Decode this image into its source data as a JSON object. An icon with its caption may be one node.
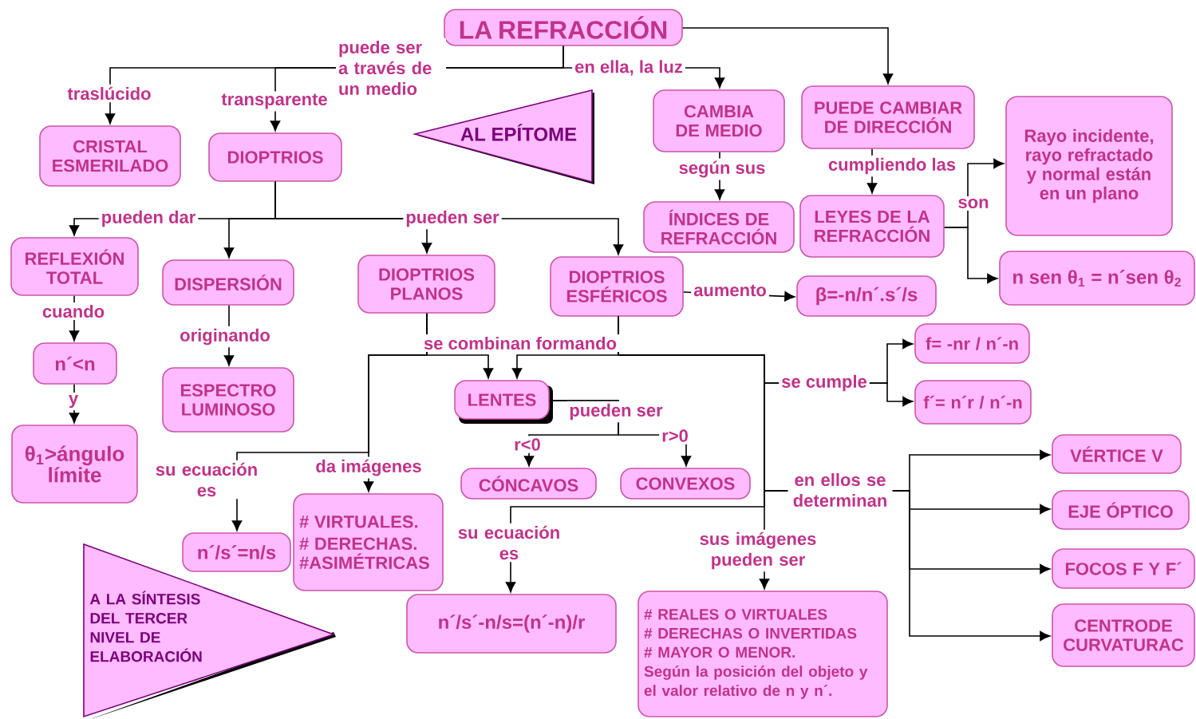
{
  "diagram": {
    "nodes": [
      {
        "text": [
          "LA REFRACCIÓN"
        ]
      },
      {
        "text": [
          "AL EPÍTOME"
        ]
      },
      {
        "text": [
          "CRISTAL ESMERILADO"
        ]
      },
      {
        "text": [
          "DIOPTRIOS"
        ]
      },
      {
        "text": [
          "CAMBIA DE MEDIO"
        ]
      },
      {
        "text": [
          "PUEDE CAMBIAR DE DIRECCIÓN"
        ]
      },
      {
        "text": [
          "Rayo incidente, rayo refractado y normal están en un plano"
        ]
      },
      {
        "text": [
          "ÍNDICES DE REFRACCIÓN"
        ]
      },
      {
        "text": [
          "LEYES DE LA REFRACCIÓN"
        ]
      },
      {
        "text": [
          "n sen θ$_{1}$ = n´sen θ$_{2}$"
        ]
      },
      {
        "text": [
          "REFLEXIÓN TOTAL"
        ]
      },
      {
        "text": [
          "DISPERSIÓN"
        ]
      },
      {
        "text": [
          "DIOPTRIOS PLANOS"
        ]
      },
      {
        "text": [
          "DIOPTRIOS ESFÉRICOS"
        ]
      },
      {
        "text": [
          "β=-n/n´.s´/s"
        ]
      },
      {
        "text": [
          "n´<n"
        ]
      },
      {
        "text": [
          "ESPECTRO LUMINOSO"
        ]
      },
      {
        "text": [
          "f= -nr / n´-n"
        ]
      },
      {
        "text": [
          "LENTES"
        ]
      },
      {
        "text": [
          "f´= n´r / n´-n"
        ]
      },
      {
        "text": [
          "θ$_{1}$>ángulo límite"
        ]
      },
      {
        "text": [
          "CÓNCAVOS"
        ]
      },
      {
        "text": [
          "CONVEXOS"
        ]
      },
      {
        "text": [
          "VÉRTICE V"
        ]
      },
      {
        "text": [
          "n´/s´=n/s"
        ]
      },
      {
        "text": [
          "# VIRTUALES.",
          "# DERECHAS.",
          "#ASIMÉTRICAS"
        ]
      },
      {
        "text": [
          "EJE ÓPTICO"
        ]
      },
      {
        "text": [
          "A LA SÍNTESIS DEL TERCER NIVEL DE ELABORACIÓN"
        ]
      },
      {
        "text": [
          "FOCOS F Y F´"
        ]
      },
      {
        "text": [
          "n´/s´-n/s=(n´-n)/r"
        ]
      },
      {
        "text": [
          "CENTRODE CURVATURAC"
        ]
      },
      {
        "text": [
          "# REALES O VIRTUALES",
          "# DERECHAS O INVERTIDAS",
          "# MAYOR O MENOR.",
          "Según la posición del objeto y el valor relativo de n y n´."
        ]
      }
    ],
    "edges": [
      {
        "from": 0,
        "to": 2,
        "arrow": "to",
        "label": "traslúcido"
      },
      {
        "from": 0,
        "to": 3,
        "arrow": "to",
        "label": "transparente"
      },
      {
        "from": 0,
        "to": 4,
        "arrow": "to",
        "label": "en ella, la luz"
      },
      {
        "from": 0,
        "to": 5,
        "arrow": "to"
      },
      {
        "from": 4,
        "to": 7,
        "arrow": "to",
        "label": "según sus"
      },
      {
        "from": 5,
        "to": 8,
        "arrow": "to",
        "label": "cumpliendo las"
      },
      {
        "from": 8,
        "to": 6,
        "arrow": "to",
        "label": "son"
      },
      {
        "from": 8,
        "to": 9,
        "arrow": "to"
      },
      {
        "from": 3,
        "to": 10,
        "arrow": "to",
        "label": "pueden dar"
      },
      {
        "from": 3,
        "to": 11,
        "arrow": "to"
      },
      {
        "from": 3,
        "to": 12,
        "arrow": "to",
        "label": "pueden ser"
      },
      {
        "from": 3,
        "to": 13,
        "arrow": "to"
      },
      {
        "from": 10,
        "to": 15,
        "arrow": "to",
        "label": "cuando"
      },
      {
        "from": 15,
        "to": 20,
        "arrow": "to",
        "label": "y"
      },
      {
        "from": 11,
        "to": 16,
        "arrow": "to",
        "label": "originando"
      },
      {
        "from": 13,
        "to": 14,
        "arrow": "to",
        "label": "aumento"
      },
      {
        "from": 12,
        "to": 18,
        "arrow": "to",
        "label": "se combinan formando"
      },
      {
        "from": 13,
        "to": 18,
        "arrow": "to"
      },
      {
        "from": 12,
        "to": 24,
        "arrow": "to",
        "label": "su ecuación es"
      },
      {
        "from": 12,
        "to": 25,
        "arrow": "to",
        "label": "da imágenes"
      },
      {
        "from": 13,
        "to": 17,
        "arrow": "to",
        "label": "se cumple"
      },
      {
        "from": 13,
        "to": 19,
        "arrow": "to"
      },
      {
        "from": 13,
        "to": 23,
        "arrow": "to",
        "label": "en ellos se determinan"
      },
      {
        "from": 13,
        "to": 26,
        "arrow": "to"
      },
      {
        "from": 13,
        "to": 28,
        "arrow": "to"
      },
      {
        "from": 13,
        "to": 30,
        "arrow": "to"
      },
      {
        "from": 13,
        "to": 29,
        "arrow": "to",
        "label": "su ecuación es"
      },
      {
        "from": 13,
        "to": 31,
        "arrow": "to",
        "label": "sus imágenes pueden ser"
      },
      {
        "from": 18,
        "to": 21,
        "arrow": "to",
        "label": "r<0"
      },
      {
        "from": 18,
        "to": 22,
        "arrow": "to",
        "label": "r>0"
      }
    ],
    "labels": [
      "puede ser a través de un medio",
      "pueden ser"
    ]
  }
}
